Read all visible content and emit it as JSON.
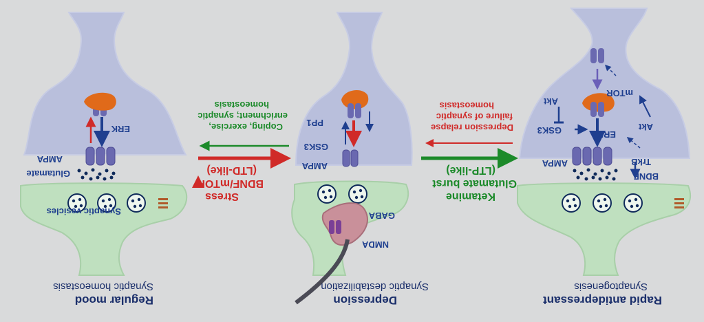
{
  "panels": {
    "left": {
      "title": "Regular mood",
      "subtitle": "Synaptic homeostasis",
      "labels": {
        "erk": "ERK",
        "ampa": "AMPA",
        "glutamate": "Glutamate",
        "vesicles": "Synaptic vesicles"
      }
    },
    "middle": {
      "title": "Depression",
      "subtitle": "Synaptic destabilization",
      "labels": {
        "pp1": "PP1",
        "gsk3": "GSK3",
        "ampa": "AMPA",
        "gaba": "GABA",
        "nmda": "NMDA"
      }
    },
    "right": {
      "title": "Rapid antidepressant",
      "subtitle": "Synaptogenesis",
      "labels": {
        "akt1": "Akt",
        "gsk3": "GSK3",
        "mtor": "mTOR",
        "erk": "ERK",
        "akt2": "Akt",
        "ampa": "AMPA",
        "trkb": "TrkB",
        "bdnf": "BDNF"
      }
    }
  },
  "transitions": {
    "left_middle": {
      "green_lines": [
        "Coping, exercise,",
        "enrichment; synaptic",
        "homeostasis"
      ],
      "red_lines": [
        "Stress",
        "BDNF/mTOR",
        "(LTD-like)"
      ]
    },
    "middle_right": {
      "red_lines": [
        "Depression relapse",
        "failure of synaptic",
        "homeostasis"
      ],
      "green_lines": [
        "Ketamine",
        "Glutamate burst",
        "(LTP-like)"
      ]
    }
  },
  "colors": {
    "background": "#d9dadb",
    "postsynaptic": "#b9bfdc",
    "presynaptic": "#bfe0bf",
    "receptor": "#6a69b0",
    "enzyme": "#e06a1a",
    "red_arrow": "#d02a28",
    "green_arrow": "#1c8a2a",
    "label_blue": "#1f3f8f"
  }
}
